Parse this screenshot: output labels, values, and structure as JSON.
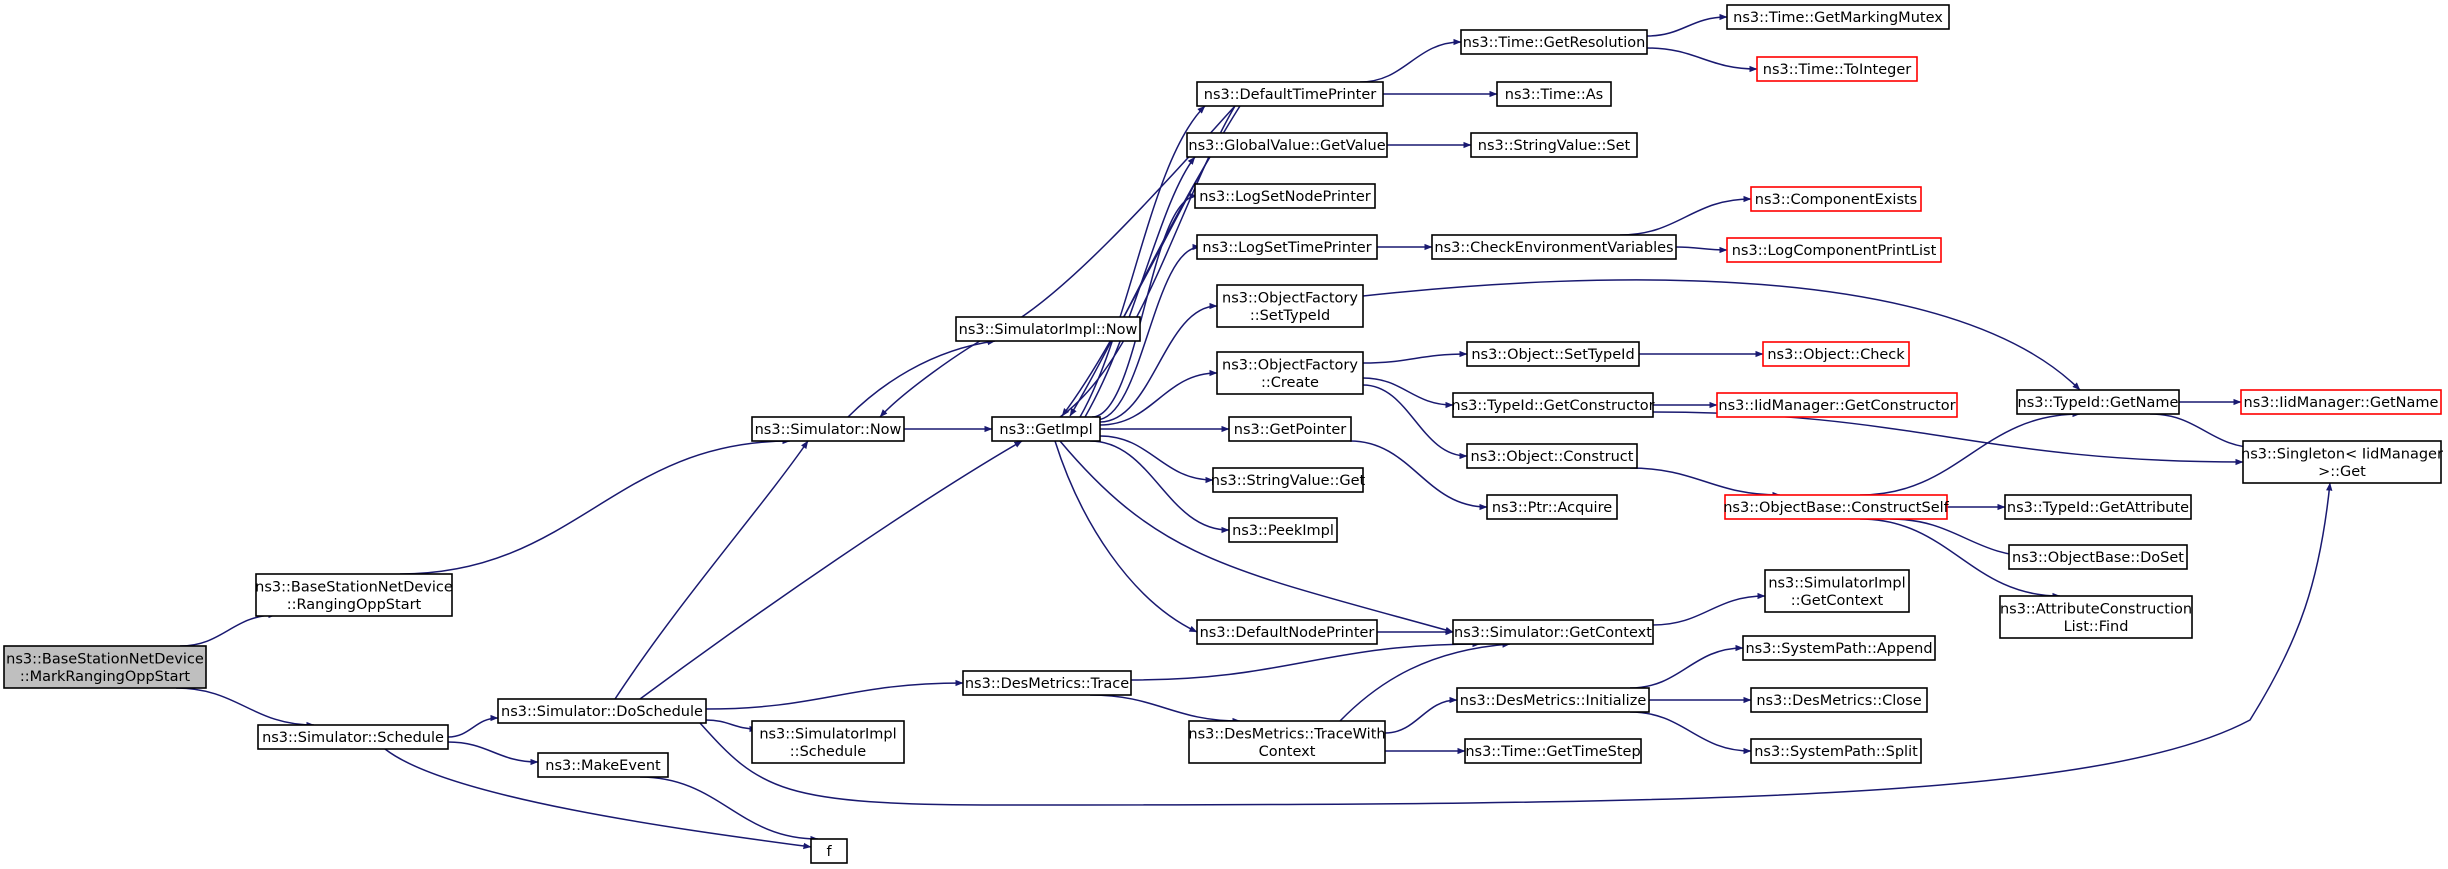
{
  "colors": {
    "edge": "#191970",
    "node_border": "#000000",
    "node_border_incomplete": "#ff0000",
    "root_fill": "#bfbfbf",
    "node_fill": "#ffffff"
  },
  "nodes": [
    {
      "id": "root",
      "lines": [
        "ns3::BaseStationNetDevice",
        "::MarkRangingOppStart"
      ],
      "style": "root"
    },
    {
      "id": "bsnd_ranging",
      "lines": [
        "ns3::BaseStationNetDevice",
        "::RangingOppStart"
      ],
      "style": "normal"
    },
    {
      "id": "sim_schedule",
      "lines": [
        "ns3::Simulator::Schedule"
      ],
      "style": "normal"
    },
    {
      "id": "sim_now",
      "lines": [
        "ns3::Simulator::Now"
      ],
      "style": "normal"
    },
    {
      "id": "sim_doschedule",
      "lines": [
        "ns3::Simulator::DoSchedule"
      ],
      "style": "normal"
    },
    {
      "id": "makeevent",
      "lines": [
        "ns3::MakeEvent"
      ],
      "style": "normal"
    },
    {
      "id": "f",
      "lines": [
        "f"
      ],
      "style": "normal"
    },
    {
      "id": "simimpl_now",
      "lines": [
        "ns3::SimulatorImpl::Now"
      ],
      "style": "normal"
    },
    {
      "id": "getimpl",
      "lines": [
        "ns3::GetImpl"
      ],
      "style": "normal"
    },
    {
      "id": "desmetrics_trace",
      "lines": [
        "ns3::DesMetrics::Trace"
      ],
      "style": "normal"
    },
    {
      "id": "simimpl_schedule",
      "lines": [
        "ns3::SimulatorImpl",
        "::Schedule"
      ],
      "style": "normal"
    },
    {
      "id": "default_time_printer",
      "lines": [
        "ns3::DefaultTimePrinter"
      ],
      "style": "normal"
    },
    {
      "id": "globalvalue_getvalue",
      "lines": [
        "ns3::GlobalValue::GetValue"
      ],
      "style": "normal"
    },
    {
      "id": "logsetnodeprinter",
      "lines": [
        "ns3::LogSetNodePrinter"
      ],
      "style": "normal"
    },
    {
      "id": "logsettimeprinter",
      "lines": [
        "ns3::LogSetTimePrinter"
      ],
      "style": "normal"
    },
    {
      "id": "objfactory_settypeid",
      "lines": [
        "ns3::ObjectFactory",
        "::SetTypeId"
      ],
      "style": "normal"
    },
    {
      "id": "objfactory_create",
      "lines": [
        "ns3::ObjectFactory",
        "::Create"
      ],
      "style": "normal"
    },
    {
      "id": "getpointer",
      "lines": [
        "ns3::GetPointer"
      ],
      "style": "normal"
    },
    {
      "id": "stringvalue_get",
      "lines": [
        "ns3::StringValue::Get"
      ],
      "style": "normal"
    },
    {
      "id": "peekimpl",
      "lines": [
        "ns3::PeekImpl"
      ],
      "style": "normal"
    },
    {
      "id": "default_node_printer",
      "lines": [
        "ns3::DefaultNodePrinter"
      ],
      "style": "normal"
    },
    {
      "id": "desmetrics_tracewith",
      "lines": [
        "ns3::DesMetrics::TraceWith",
        "Context"
      ],
      "style": "normal"
    },
    {
      "id": "time_getresolution",
      "lines": [
        "ns3::Time::GetResolution"
      ],
      "style": "normal"
    },
    {
      "id": "time_as",
      "lines": [
        "ns3::Time::As"
      ],
      "style": "normal"
    },
    {
      "id": "stringvalue_set",
      "lines": [
        "ns3::StringValue::Set"
      ],
      "style": "normal"
    },
    {
      "id": "check_env_vars",
      "lines": [
        "ns3::CheckEnvironmentVariables"
      ],
      "style": "normal"
    },
    {
      "id": "object_settypeid",
      "lines": [
        "ns3::Object::SetTypeId"
      ],
      "style": "normal"
    },
    {
      "id": "typeid_getconstructor",
      "lines": [
        "ns3::TypeId::GetConstructor"
      ],
      "style": "normal"
    },
    {
      "id": "object_construct",
      "lines": [
        "ns3::Object::Construct"
      ],
      "style": "normal"
    },
    {
      "id": "ptr_acquire",
      "lines": [
        "ns3::Ptr::Acquire"
      ],
      "style": "normal"
    },
    {
      "id": "sim_getcontext",
      "lines": [
        "ns3::Simulator::GetContext"
      ],
      "style": "normal"
    },
    {
      "id": "desmetrics_initialize",
      "lines": [
        "ns3::DesMetrics::Initialize"
      ],
      "style": "normal"
    },
    {
      "id": "time_gettimestep",
      "lines": [
        "ns3::Time::GetTimeStep"
      ],
      "style": "normal"
    },
    {
      "id": "time_getmarkingmutex",
      "lines": [
        "ns3::Time::GetMarkingMutex"
      ],
      "style": "normal"
    },
    {
      "id": "time_tointeger",
      "lines": [
        "ns3::Time::ToInteger"
      ],
      "style": "incomplete"
    },
    {
      "id": "component_exists",
      "lines": [
        "ns3::ComponentExists"
      ],
      "style": "incomplete"
    },
    {
      "id": "logcomponent_printlist",
      "lines": [
        "ns3::LogComponentPrintList"
      ],
      "style": "incomplete"
    },
    {
      "id": "object_check",
      "lines": [
        "ns3::Object::Check"
      ],
      "style": "incomplete"
    },
    {
      "id": "iidmanager_getconstructor",
      "lines": [
        "ns3::IidManager::GetConstructor"
      ],
      "style": "incomplete"
    },
    {
      "id": "objectbase_constructself",
      "lines": [
        "ns3::ObjectBase::ConstructSelf"
      ],
      "style": "incomplete"
    },
    {
      "id": "simimpl_getcontext",
      "lines": [
        "ns3::SimulatorImpl",
        "::GetContext"
      ],
      "style": "normal"
    },
    {
      "id": "systempath_append",
      "lines": [
        "ns3::SystemPath::Append"
      ],
      "style": "normal"
    },
    {
      "id": "desmetrics_close",
      "lines": [
        "ns3::DesMetrics::Close"
      ],
      "style": "normal"
    },
    {
      "id": "systempath_split",
      "lines": [
        "ns3::SystemPath::Split"
      ],
      "style": "normal"
    },
    {
      "id": "typeid_getname",
      "lines": [
        "ns3::TypeId::GetName"
      ],
      "style": "normal"
    },
    {
      "id": "typeid_getattribute",
      "lines": [
        "ns3::TypeId::GetAttribute"
      ],
      "style": "normal"
    },
    {
      "id": "objectbase_doset",
      "lines": [
        "ns3::ObjectBase::DoSet"
      ],
      "style": "normal"
    },
    {
      "id": "attrconstruction_find",
      "lines": [
        "ns3::AttributeConstruction",
        "List::Find"
      ],
      "style": "normal"
    },
    {
      "id": "iidmanager_getname",
      "lines": [
        "ns3::IidManager::GetName"
      ],
      "style": "incomplete"
    },
    {
      "id": "singleton_get",
      "lines": [
        "ns3::Singleton< IidManager",
        " >::Get"
      ],
      "style": "normal"
    }
  ]
}
